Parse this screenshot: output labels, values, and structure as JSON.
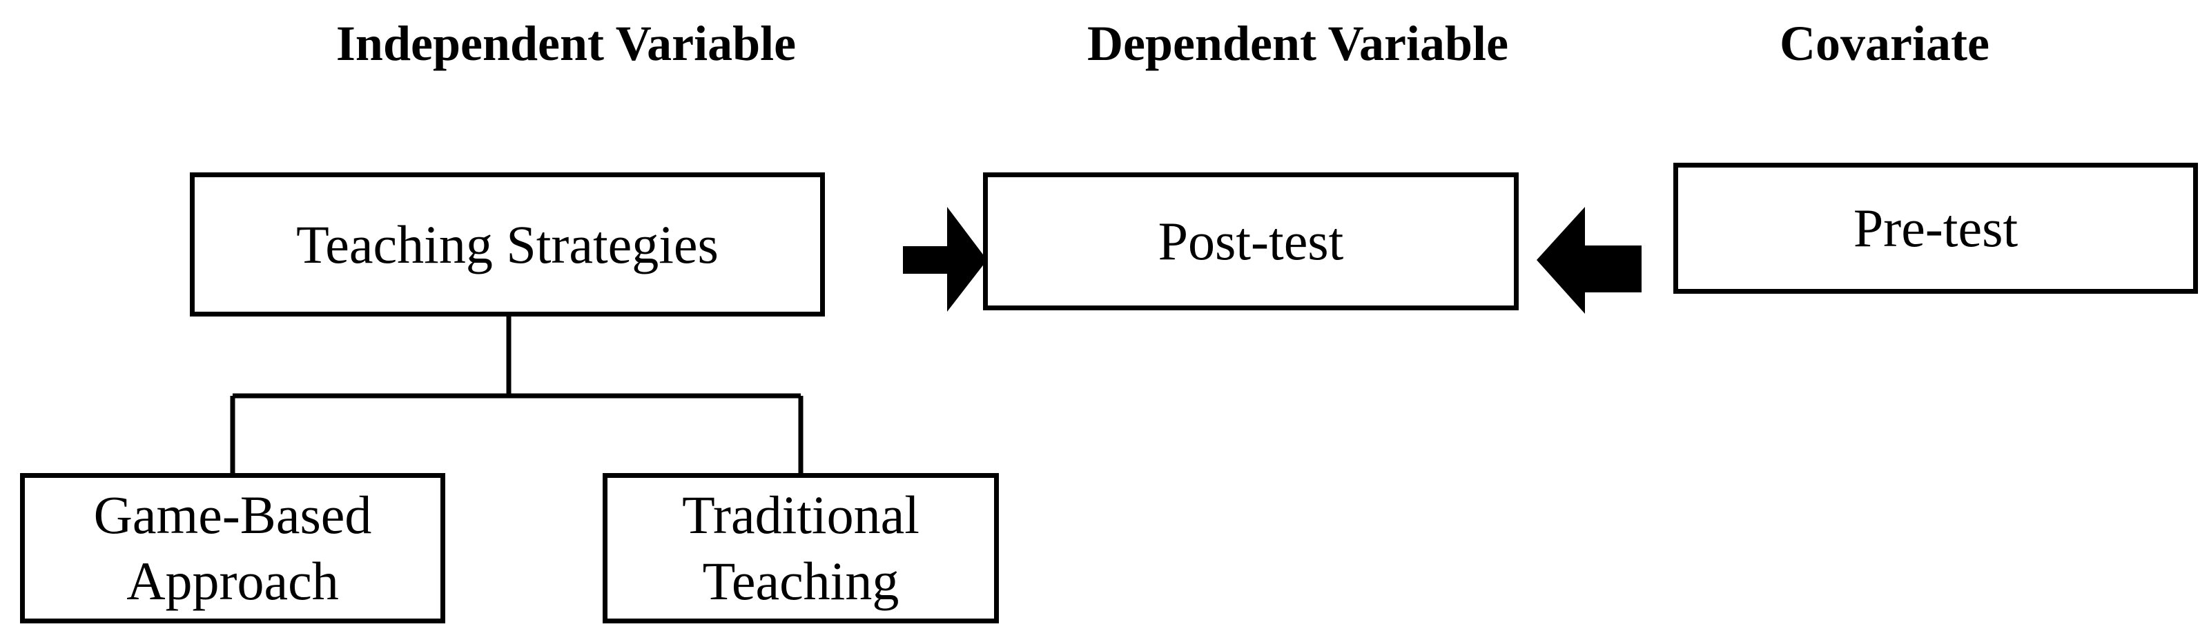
{
  "headings": {
    "independent": "Independent Variable",
    "dependent": "Dependent Variable",
    "covariate": "Covariate"
  },
  "boxes": {
    "teaching_strategies": "Teaching Strategies",
    "post_test": "Post-test",
    "pre_test": "Pre-test",
    "game_based": {
      "line1": "Game-Based",
      "line2": "Approach"
    },
    "traditional": {
      "line1": "Traditional",
      "line2": "Teaching"
    }
  },
  "colors": {
    "stroke": "#000000",
    "background": "#ffffff"
  }
}
